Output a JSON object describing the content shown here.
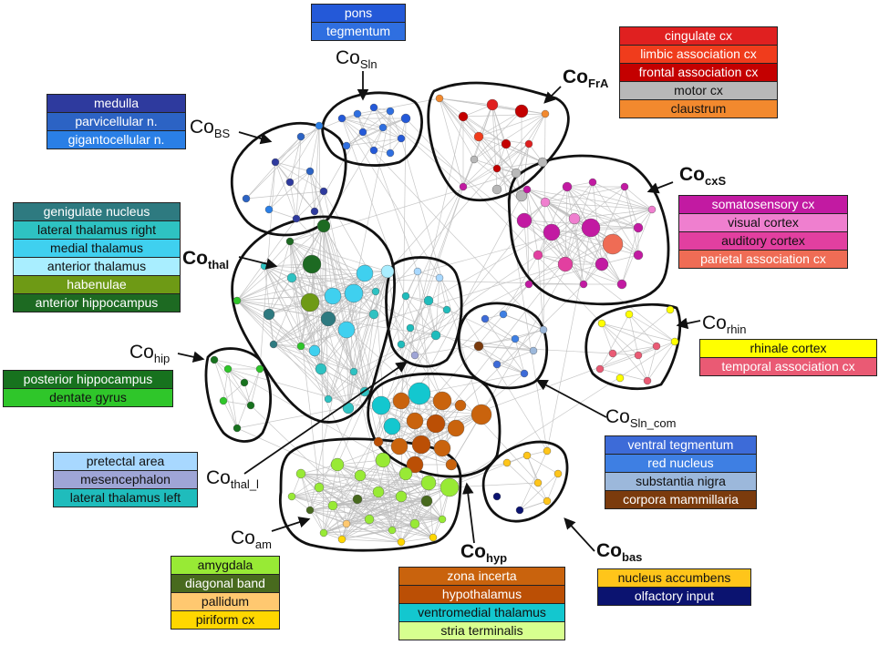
{
  "colors": {
    "pons": "#2459d8",
    "tegmentum": "#2f6fe0",
    "medulla": "#2e3a9e",
    "parvicellular": "#2c63c4",
    "gigantocellular": "#2a7fe6",
    "cingulate": "#e02020",
    "limbic": "#f03c1c",
    "frontal": "#c40000",
    "motor": "#b8b8b8",
    "claustrum": "#f2892e",
    "somatosensory": "#c21aa2",
    "visual": "#ef7fcf",
    "auditory": "#e23fa0",
    "parietal": "#ef6c55",
    "rhinale": "#ffff00",
    "temporal": "#ea5a74",
    "genigulate": "#2e7a80",
    "lateral_right": "#2ec2c2",
    "medial_thal": "#3fd0ef",
    "anterior_thal": "#a9eeff",
    "habenulae": "#6e9a15",
    "anterior_hippo": "#1d6a22",
    "posterior_hippo": "#17721e",
    "dentate": "#2fc62a",
    "pretectal": "#a8d8ff",
    "mesencephalon": "#9fa5d6",
    "lateral_left": "#1fbcbc",
    "ventral_teg": "#3d6bd8",
    "red_nucleus": "#3e7fe3",
    "nigra": "#9cb8db",
    "mammillaria": "#7b3b0d",
    "amygdala": "#98ea35",
    "diagonal": "#486a1e",
    "pallidum": "#ffc870",
    "piriform": "#ffd700",
    "zona": "#c9630d",
    "hypothalamus": "#bb4f05",
    "ventromedial": "#13c7cf",
    "stria": "#d7ff8f",
    "accumbens": "#ffc51a",
    "olfactory": "#0b1370"
  },
  "legends": [
    {
      "id": "sln",
      "items": [
        {
          "text": "pons",
          "color": "pons",
          "fg": "#fff"
        },
        {
          "text": "tegmentum",
          "color": "tegmentum",
          "fg": "#fff"
        }
      ]
    },
    {
      "id": "frA",
      "items": [
        {
          "text": "cingulate cx",
          "color": "cingulate",
          "fg": "#fff"
        },
        {
          "text": "limbic association cx",
          "color": "limbic",
          "fg": "#fff"
        },
        {
          "text": "frontal association cx",
          "color": "frontal",
          "fg": "#fff"
        },
        {
          "text": "motor cx",
          "color": "motor",
          "fg": "#111"
        },
        {
          "text": "claustrum",
          "color": "claustrum",
          "fg": "#111"
        }
      ]
    },
    {
      "id": "bs",
      "items": [
        {
          "text": "medulla",
          "color": "medulla",
          "fg": "#fff"
        },
        {
          "text": "parvicellular n.",
          "color": "parvicellular",
          "fg": "#fff"
        },
        {
          "text": "gigantocellular n.",
          "color": "gigantocellular",
          "fg": "#fff"
        }
      ]
    },
    {
      "id": "cxs",
      "items": [
        {
          "text": "somatosensory cx",
          "color": "somatosensory",
          "fg": "#fff"
        },
        {
          "text": "visual cortex",
          "color": "visual",
          "fg": "#111"
        },
        {
          "text": "auditory cortex",
          "color": "auditory",
          "fg": "#111"
        },
        {
          "text": "parietal association cx",
          "color": "parietal",
          "fg": "#fff"
        }
      ]
    },
    {
      "id": "thal",
      "items": [
        {
          "text": "genigulate nucleus",
          "color": "genigulate",
          "fg": "#fff"
        },
        {
          "text": "lateral thalamus right",
          "color": "lateral_right",
          "fg": "#111"
        },
        {
          "text": "medial thalamus",
          "color": "medial_thal",
          "fg": "#111"
        },
        {
          "text": "anterior thalamus",
          "color": "anterior_thal",
          "fg": "#111"
        },
        {
          "text": "habenulae",
          "color": "habenulae",
          "fg": "#fff"
        },
        {
          "text": "anterior hippocampus",
          "color": "anterior_hippo",
          "fg": "#fff"
        }
      ]
    },
    {
      "id": "rhin",
      "items": [
        {
          "text": "rhinale cortex",
          "color": "rhinale",
          "fg": "#111"
        },
        {
          "text": "temporal association cx",
          "color": "temporal",
          "fg": "#fff"
        }
      ]
    },
    {
      "id": "hip",
      "items": [
        {
          "text": "posterior hippocampus",
          "color": "posterior_hippo",
          "fg": "#fff"
        },
        {
          "text": "dentate gyrus",
          "color": "dentate",
          "fg": "#111"
        }
      ]
    },
    {
      "id": "slncom",
      "items": [
        {
          "text": "ventral tegmentum",
          "color": "ventral_teg",
          "fg": "#fff"
        },
        {
          "text": "red nucleus",
          "color": "red_nucleus",
          "fg": "#fff"
        },
        {
          "text": "substantia nigra",
          "color": "nigra",
          "fg": "#111"
        },
        {
          "text": "corpora mammillaria",
          "color": "mammillaria",
          "fg": "#fff"
        }
      ]
    },
    {
      "id": "thall",
      "items": [
        {
          "text": "pretectal area",
          "color": "pretectal",
          "fg": "#111"
        },
        {
          "text": "mesencephalon",
          "color": "mesencephalon",
          "fg": "#111"
        },
        {
          "text": "lateral thalamus left",
          "color": "lateral_left",
          "fg": "#111"
        }
      ]
    },
    {
      "id": "am",
      "items": [
        {
          "text": "amygdala",
          "color": "amygdala",
          "fg": "#111"
        },
        {
          "text": "diagonal band",
          "color": "diagonal",
          "fg": "#fff"
        },
        {
          "text": "pallidum",
          "color": "pallidum",
          "fg": "#111"
        },
        {
          "text": "piriform cx",
          "color": "piriform",
          "fg": "#111"
        }
      ]
    },
    {
      "id": "hyp",
      "items": [
        {
          "text": "zona incerta",
          "color": "zona",
          "fg": "#fff"
        },
        {
          "text": "hypothalamus",
          "color": "hypothalamus",
          "fg": "#fff"
        },
        {
          "text": "ventromedial thalamus",
          "color": "ventromedial",
          "fg": "#111"
        },
        {
          "text": "stria terminalis",
          "color": "stria",
          "fg": "#111"
        }
      ]
    },
    {
      "id": "bas",
      "items": [
        {
          "text": "nucleus accumbens",
          "color": "accumbens",
          "fg": "#111"
        },
        {
          "text": "olfactory input",
          "color": "olfactory",
          "fg": "#fff"
        }
      ]
    }
  ],
  "labels": [
    {
      "id": "sln",
      "base": "Co",
      "sub": "Sln",
      "bold": false
    },
    {
      "id": "frA",
      "base": "Co",
      "sub": "FrA",
      "bold": true
    },
    {
      "id": "bs",
      "base": "Co",
      "sub": "BS",
      "bold": false
    },
    {
      "id": "cxs",
      "base": "Co",
      "sub": "cxS",
      "bold": true
    },
    {
      "id": "thal",
      "base": "Co",
      "sub": "thal",
      "bold": true
    },
    {
      "id": "rhin",
      "base": "Co",
      "sub": "rhin",
      "bold": false
    },
    {
      "id": "hip",
      "base": "Co",
      "sub": "hip",
      "bold": false
    },
    {
      "id": "slncom",
      "base": "Co",
      "sub": "Sln_com",
      "bold": false
    },
    {
      "id": "thall",
      "base": "Co",
      "sub": "thal_l",
      "bold": false
    },
    {
      "id": "am",
      "base": "Co",
      "sub": "am",
      "bold": false
    },
    {
      "id": "hyp",
      "base": "Co",
      "sub": "hyp",
      "bold": true
    },
    {
      "id": "bas",
      "base": "Co",
      "sub": "bas",
      "bold": true
    }
  ]
}
